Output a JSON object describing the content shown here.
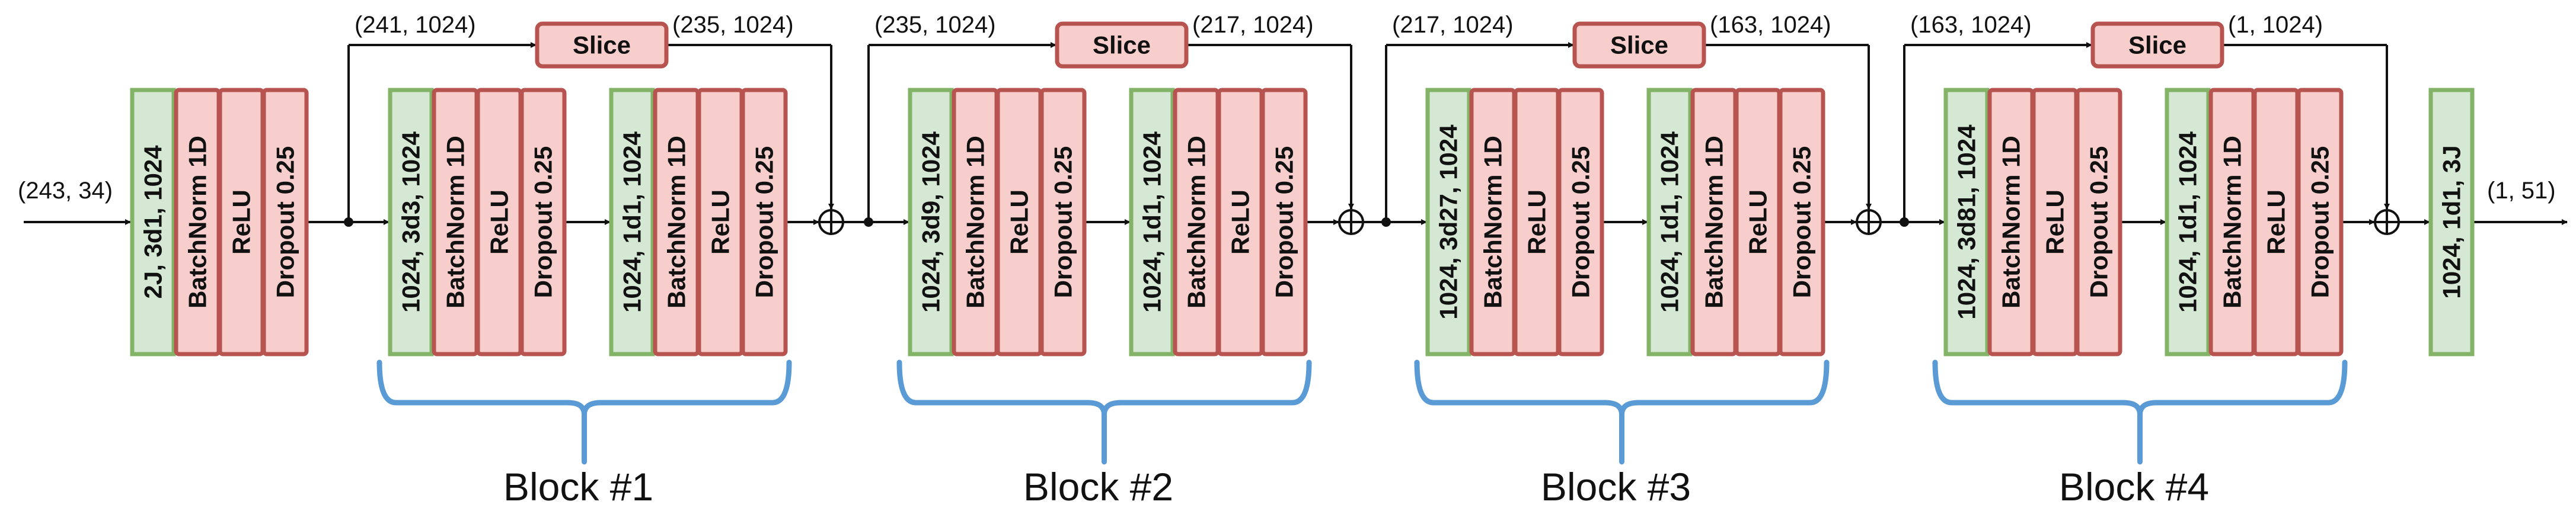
{
  "colors": {
    "conv_fill": "#d5e8d4",
    "conv_stroke": "#82b366",
    "op_fill": "#f8cecc",
    "op_stroke": "#b85450",
    "bracket": "#5b9bd5",
    "line": "#111111"
  },
  "input_label": "(243, 34)",
  "output_label": "(1, 51)",
  "initial": {
    "conv": "2J, 3d1, 1024",
    "ops": [
      "BatchNorm 1D",
      "ReLU",
      "Dropout 0.25"
    ]
  },
  "final": {
    "conv": "1024, 1d1, 3J"
  },
  "blocks": [
    {
      "label": "Block #1",
      "slice": "Slice",
      "slice_in": "(241, 1024)",
      "slice_out": "(235, 1024)",
      "groups": [
        {
          "conv": "1024, 3d3, 1024",
          "ops": [
            "BatchNorm 1D",
            "ReLU",
            "Dropout 0.25"
          ]
        },
        {
          "conv": "1024, 1d1, 1024",
          "ops": [
            "BatchNorm 1D",
            "ReLU",
            "Dropout 0.25"
          ]
        }
      ]
    },
    {
      "label": "Block #2",
      "slice": "Slice",
      "slice_in": "(235, 1024)",
      "slice_out": "(217, 1024)",
      "groups": [
        {
          "conv": "1024, 3d9, 1024",
          "ops": [
            "BatchNorm 1D",
            "ReLU",
            "Dropout 0.25"
          ]
        },
        {
          "conv": "1024, 1d1, 1024",
          "ops": [
            "BatchNorm 1D",
            "ReLU",
            "Dropout 0.25"
          ]
        }
      ]
    },
    {
      "label": "Block #3",
      "slice": "Slice",
      "slice_in": "(217, 1024)",
      "slice_out": "(163, 1024)",
      "groups": [
        {
          "conv": "1024, 3d27, 1024",
          "ops": [
            "BatchNorm 1D",
            "ReLU",
            "Dropout 0.25"
          ]
        },
        {
          "conv": "1024, 1d1, 1024",
          "ops": [
            "BatchNorm 1D",
            "ReLU",
            "Dropout 0.25"
          ]
        }
      ]
    },
    {
      "label": "Block #4",
      "slice": "Slice",
      "slice_in": "(163, 1024)",
      "slice_out": "(1, 1024)",
      "groups": [
        {
          "conv": "1024, 3d81, 1024",
          "ops": [
            "BatchNorm 1D",
            "ReLU",
            "Dropout 0.25"
          ]
        },
        {
          "conv": "1024, 1d1, 1024",
          "ops": [
            "BatchNorm 1D",
            "ReLU",
            "Dropout 0.25"
          ]
        }
      ]
    }
  ]
}
